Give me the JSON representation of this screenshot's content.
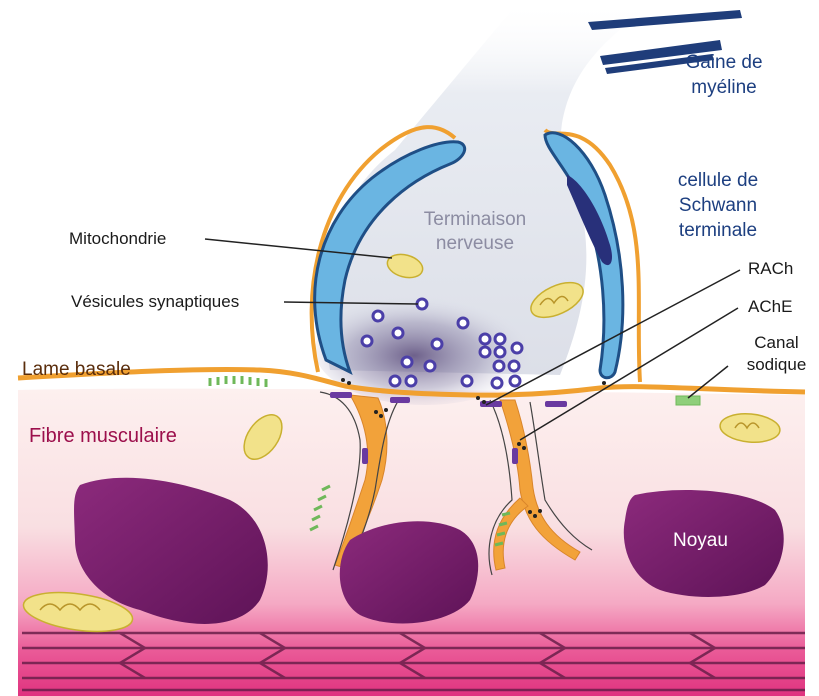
{
  "labels": {
    "gaine_line1": "Gaine de",
    "gaine_line2": "myéline",
    "schwann_line1": "cellule de",
    "schwann_line2": "Schwann",
    "schwann_line3": "terminale",
    "mitochondrie": "Mitochondrie",
    "terminaison_line1": "Terminaison",
    "terminaison_line2": "nerveuse",
    "rach": "RACh",
    "ache": "AChE",
    "vesicules": "Vésicules synaptiques",
    "canal_line1": "Canal",
    "canal_line2": "sodique",
    "lame_basale": "Lame basale",
    "fibre_musculaire": "Fibre musculaire",
    "noyau": "Noyau"
  },
  "colors": {
    "myelin_blue": "#1f3d7a",
    "schwann_blue": "#5aa9d8",
    "basal_lamina_orange": "#f0a030",
    "vesicle_purple": "#4b3fa8",
    "nucleus_purple": "#7a1f6e",
    "mitochondria_yellow": "#f2e28a",
    "muscle_pink": "#e83e8c",
    "label_magenta": "#9c0f4c",
    "receptor_purple": "#6a3aa0",
    "channel_green": "#8fcf7a"
  }
}
